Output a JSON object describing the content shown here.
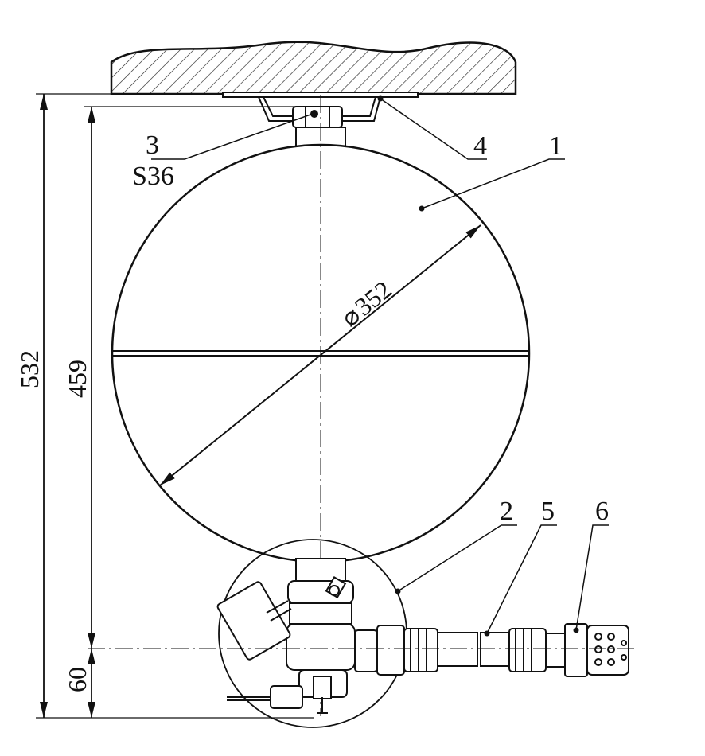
{
  "callouts": {
    "c1": "1",
    "c2": "2",
    "c3": "3",
    "c3_size": "S36",
    "c4": "4",
    "c5": "5",
    "c6": "6"
  },
  "dimensions": {
    "overall_height": "532",
    "vessel_height": "459",
    "bottom_offset": "60",
    "diameter": "352",
    "diameter_symbol": "⌀"
  }
}
